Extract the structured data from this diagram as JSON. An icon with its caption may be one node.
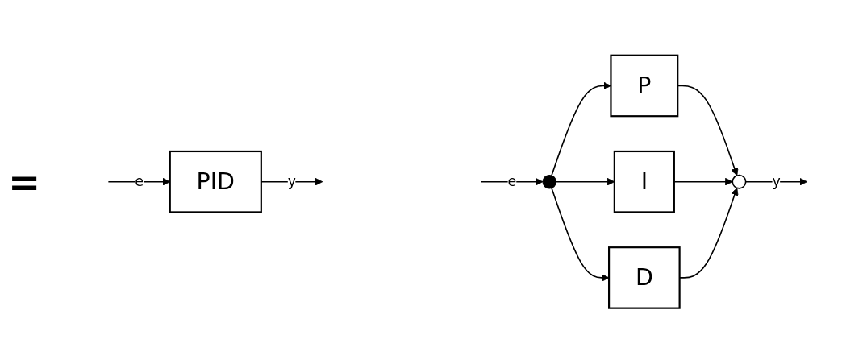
{
  "diagram": {
    "nodes": [
      {
        "text": [
          "PID"
        ]
      },
      {
        "text": [
          "P"
        ]
      },
      {
        "text": [
          "I"
        ]
      },
      {
        "text": [
          "D"
        ]
      },
      {
        "text": [],
        "shape": "circle"
      },
      {
        "text": [],
        "shape": "dot"
      }
    ],
    "edges": [
      {
        "from": null,
        "to": 0,
        "arrow": "to",
        "label": "e"
      },
      {
        "from": 0,
        "to": null,
        "arrow": "to",
        "label": "y"
      },
      {
        "from": null,
        "to": 5,
        "arrow": "to",
        "label": "e"
      },
      {
        "from": 5,
        "to": 1,
        "arrow": "to"
      },
      {
        "from": 5,
        "to": 2,
        "arrow": "to"
      },
      {
        "from": 5,
        "to": 3,
        "arrow": "to"
      },
      {
        "from": 1,
        "to": 4,
        "arrow": "to"
      },
      {
        "from": 2,
        "to": 4,
        "arrow": "to"
      },
      {
        "from": 3,
        "to": 4,
        "arrow": "to"
      },
      {
        "from": 4,
        "to": null,
        "arrow": "to",
        "label": "y"
      }
    ],
    "labels": [
      "="
    ]
  }
}
